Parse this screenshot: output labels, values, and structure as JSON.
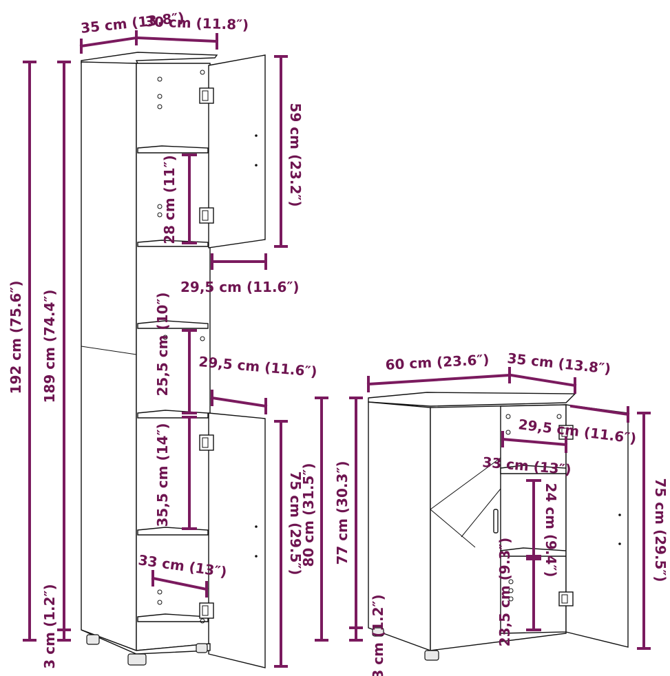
{
  "dimensions": {
    "tall": {
      "depth": "35 cm (13.8″)",
      "width": "30 cm (11.8″)",
      "height_total": "192 cm (75.6″)",
      "height_body": "189 cm (74.4″)",
      "top_door_height": "59 cm (23.2″)",
      "shelf_gap_1": "28 cm (11″)",
      "top_door_width": "29,5 cm (11.6″)",
      "shelf_gap_2": "25,5 cm (10″)",
      "bottom_door_width": "29,5 cm (11.6″)",
      "shelf_gap_3": "35,5 cm (14″)",
      "bottom_door_height": "75 cm (29.5″)",
      "inner_depth": "33 cm (13″)",
      "foot_height": "3 cm (1.2″)"
    },
    "low": {
      "width": "60 cm (23.6″)",
      "depth": "35 cm (13.8″)",
      "door_width": "29,5 cm (11.6″)",
      "inner_depth": "33 cm (13″)",
      "height_total": "80 cm (31.5″)",
      "height_body": "77 cm (30.3″)",
      "door_height": "75 cm (29.5″)",
      "shelf_gap_1": "24 cm (9.4″)",
      "shelf_gap_2": "23,5 cm (9.3″)",
      "foot_height": "3 cm (1.2″)"
    }
  },
  "colors": {
    "dimension_line": "#7a1a5e",
    "dimension_text": "#6e1450",
    "outline": "#111111"
  }
}
